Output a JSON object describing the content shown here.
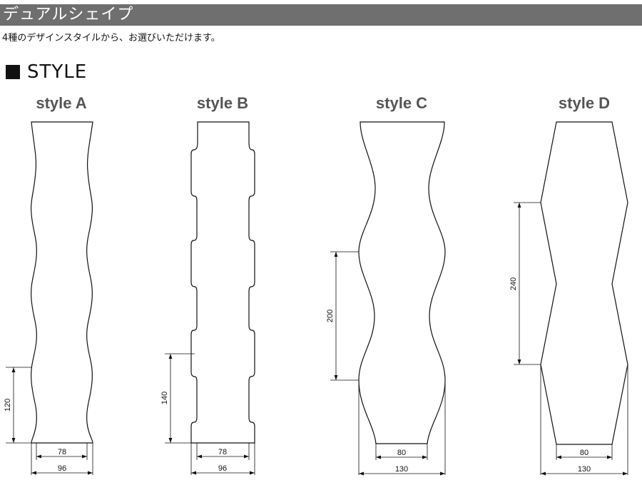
{
  "header": {
    "title": "デュアルシェイプ"
  },
  "subtitle": "4種のデザインスタイルから、お選びいただけます。",
  "section": {
    "label": "STYLE"
  },
  "styles": [
    {
      "label": "style A",
      "pitch": "120",
      "inner_width": "78",
      "outer_width": "96"
    },
    {
      "label": "style B",
      "pitch": "140",
      "inner_width": "78",
      "outer_width": "96"
    },
    {
      "label": "style C",
      "pitch": "200",
      "inner_width": "80",
      "outer_width": "130"
    },
    {
      "label": "style D",
      "pitch": "240",
      "inner_width": "80",
      "outer_width": "130"
    }
  ],
  "colors": {
    "title_bar": "#6f6f6f",
    "title_text": "#ffffff",
    "line": "#111111",
    "style_label": "#555555"
  }
}
